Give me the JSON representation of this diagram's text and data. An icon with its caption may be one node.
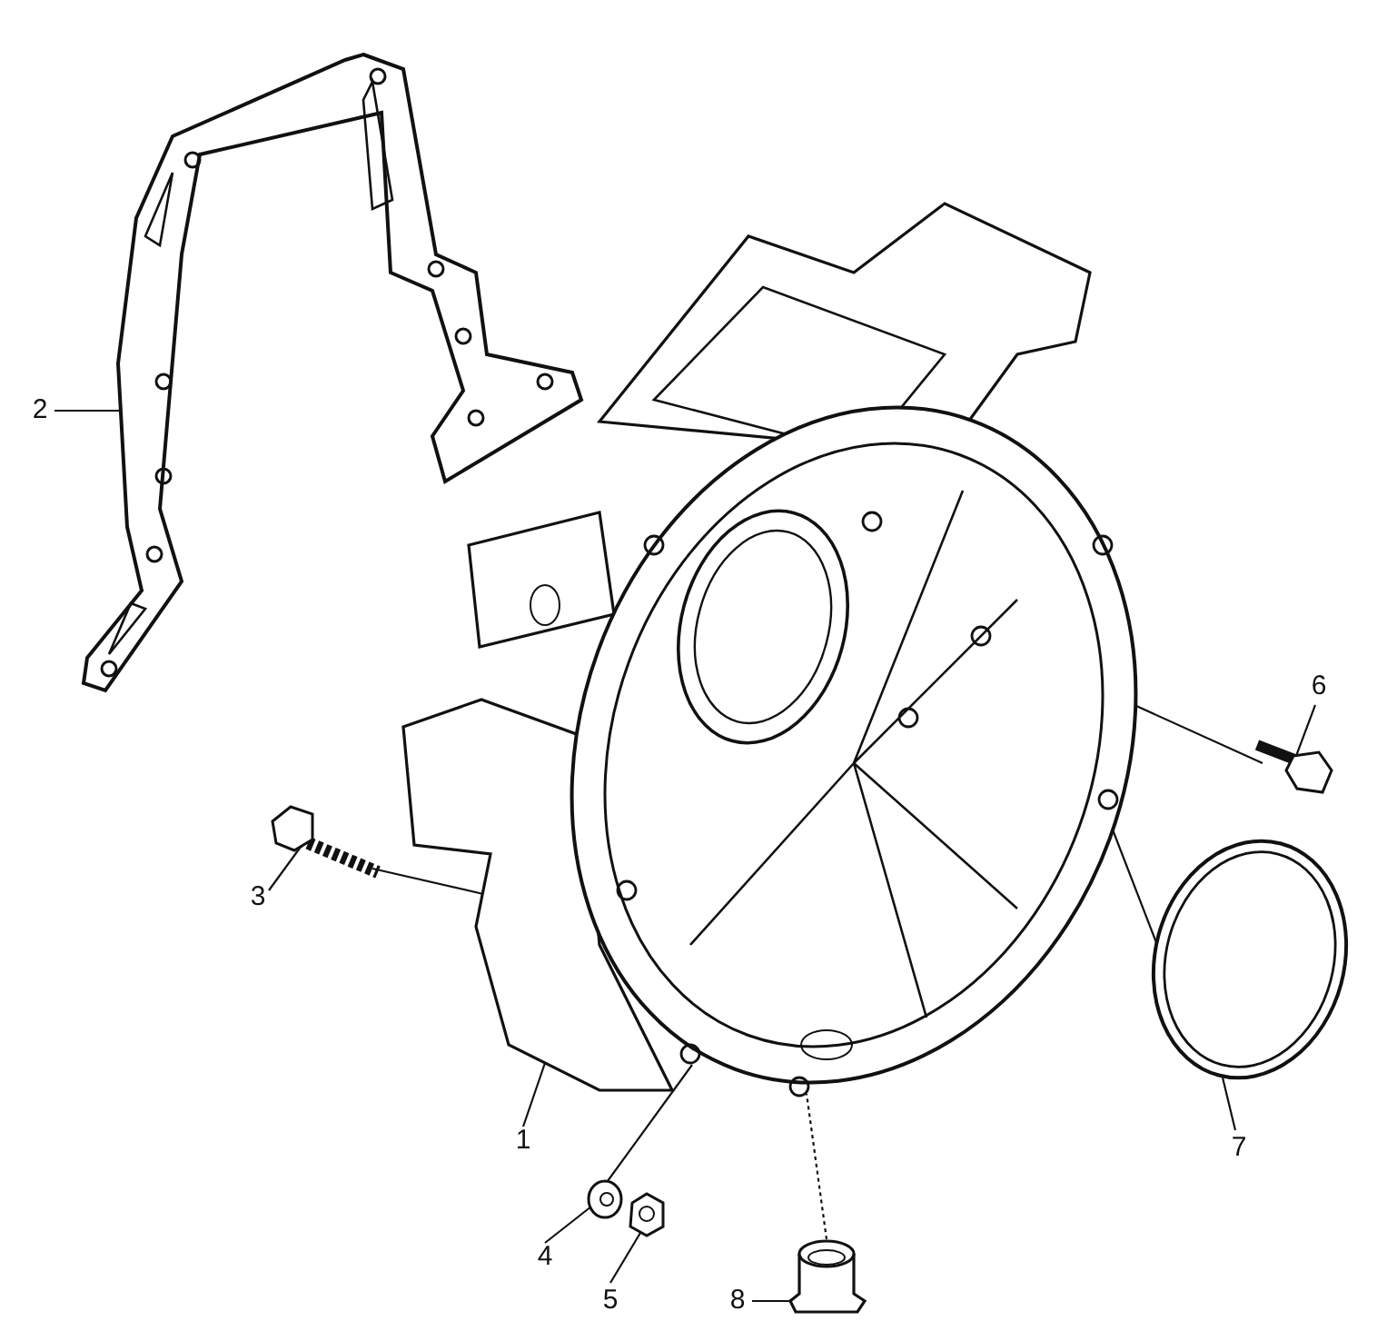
{
  "diagram": {
    "nodes": [
      {
        "text": [
          "2"
        ]
      },
      {
        "text": [],
        "shape": "picture"
      },
      {
        "text": [],
        "shape": "picture"
      },
      {
        "text": [
          "6"
        ]
      },
      {
        "text": [],
        "shape": "picture"
      },
      {
        "text": [
          "3"
        ]
      },
      {
        "text": [],
        "shape": "picture"
      },
      {
        "text": [],
        "shape": "picture"
      },
      {
        "text": [
          "1"
        ]
      },
      {
        "text": [
          "7"
        ]
      },
      {
        "text": [],
        "shape": "picture"
      },
      {
        "text": [],
        "shape": "picture"
      },
      {
        "text": [
          "4"
        ]
      },
      {
        "text": [
          "5"
        ]
      },
      {
        "text": [],
        "shape": "picture"
      },
      {
        "text": [
          "8"
        ]
      }
    ],
    "edges": [
      {
        "from": 0,
        "to": 1,
        "arrow": "none"
      },
      {
        "from": 3,
        "to": 4,
        "arrow": "none"
      },
      {
        "from": 5,
        "to": 6,
        "arrow": "none"
      },
      {
        "from": 8,
        "to": 2,
        "arrow": "none"
      },
      {
        "from": 9,
        "to": 7,
        "arrow": "none"
      },
      {
        "from": 12,
        "to": 10,
        "arrow": "none"
      },
      {
        "from": 13,
        "to": 11,
        "arrow": "none"
      },
      {
        "from": 15,
        "to": 14,
        "arrow": "none"
      },
      {
        "from": 4,
        "to": 2,
        "arrow": "none"
      },
      {
        "from": 6,
        "to": 2,
        "arrow": "none"
      },
      {
        "from": 7,
        "to": 2,
        "arrow": "none"
      },
      {
        "from": 10,
        "to": 2,
        "arrow": "none"
      },
      {
        "from": 14,
        "to": 2,
        "arrow": "none",
        "style": "dashed"
      }
    ]
  }
}
